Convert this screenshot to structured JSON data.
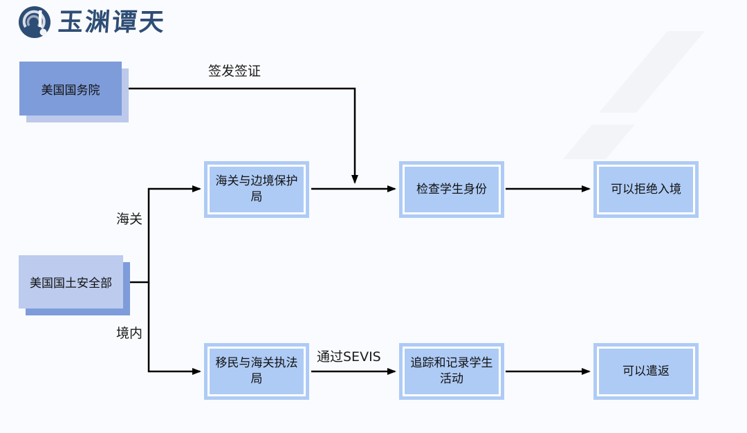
{
  "colors": {
    "background": "#fafbfe",
    "brand_navy": "#2e4d75",
    "node_medium_blue": "#7e9cda",
    "node_light_blue": "#bccbee",
    "shadow_light_blue": "#bcc9ea",
    "flow_box_blue": "#aecbf5",
    "flow_box_inner_border": "#ffffff",
    "arrow_black": "#000000",
    "decor_gray": "#f3f4f8"
  },
  "logo": {
    "brand": "玉渊谭天"
  },
  "diagram": {
    "nodes": {
      "state_department": {
        "label": "美国国务院"
      },
      "homeland_security": {
        "label": "美国国土安全部"
      },
      "cbp": {
        "label": "海关与边境保护局"
      },
      "check_student": {
        "label": "检查学生身份"
      },
      "deny_entry": {
        "label": "可以拒绝入境"
      },
      "ice": {
        "label": "移民与海关执法局"
      },
      "track_students": {
        "label": "追踪和记录学生活动"
      },
      "deport": {
        "label": "可以遣返"
      }
    },
    "edge_labels": {
      "issue_visa": {
        "label": "签发签证"
      },
      "customs": {
        "label": "海关"
      },
      "domestic": {
        "label": "境内"
      },
      "via_sevis": {
        "label": "通过SEVIS"
      }
    }
  }
}
